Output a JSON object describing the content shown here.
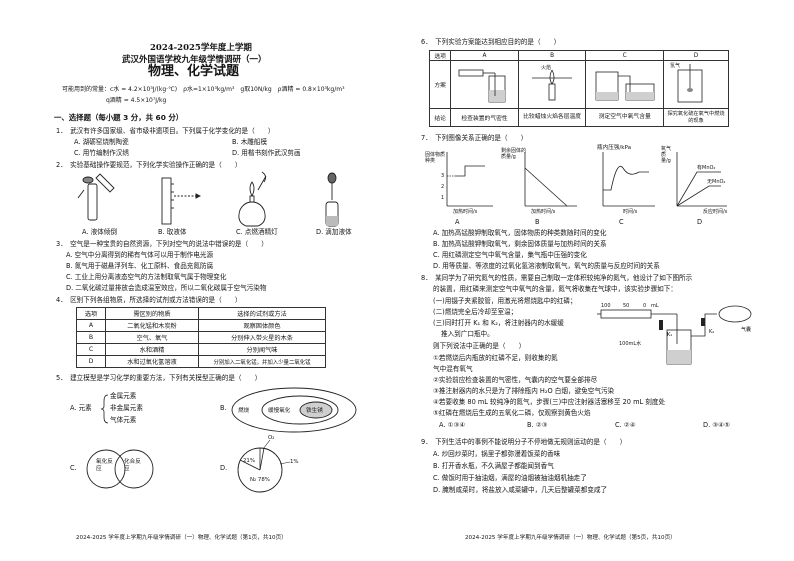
{
  "left": {
    "header_line1": "2024-2025学年度上学期",
    "header_line2": "武汉外国语学校九年级学情调研（一）",
    "title": "物理、化学试题",
    "constants_line1": "可能用到的常量：c水 = 4.2×10³J/(kg·℃)　ρ水=1×10³kg/m³　g取10N/kg　ρ酒精 = 0.8×10³kg/m³",
    "constants_line2": "q酒精 = 4.5×10⁷J/kg",
    "section1": "一、选择题（每小题 3 分，共 60 分）",
    "q1": {
      "stem": "1．　武汉有许多国家级、省市级非遗项目。下列属于化学变化的是（　　）",
      "a": "A. 湖砺窑烧制陶瓷",
      "b": "B. 木雕船模",
      "c": "C. 用竹编制作汉绣",
      "d": "D. 用楷书刻作武汉剪画"
    },
    "q2": {
      "stem": "2．　实验基础操作要规范，下列化学实验操作正确的是（　　）",
      "a": "A. 液体倾倒",
      "b": "B. 取液体",
      "c": "C. 点燃酒精灯",
      "d": "D. 滴加液体"
    },
    "q3": {
      "stem": "3．　空气是一种宝贵的自然资源，下列对空气的说法中错误的是（　　）",
      "a": "A. 空气中分离得到的稀有气体可以用于制作电光源",
      "b": "B. 氮气用于磁悬浮列车、化工原料、食品充氮防腐",
      "c": "C. 工业上用分离液态空气的方法制取氧气属于物理变化",
      "d": "D. 二氧化碳过量排放会造成温室效应，所以二氧化碳属于空气污染物"
    },
    "q4": {
      "stem": "4．　区别下列各组物质，所选择的试剂或方法错误的是（　　）",
      "headers": [
        "选项",
        "需区别的物质",
        "选择的试剂或方法"
      ],
      "rows": [
        [
          "A",
          "二氧化锰和木炭粉",
          "观察固体颜色"
        ],
        [
          "B",
          "空气、氧气",
          "分别伸入带火星的木条"
        ],
        [
          "C",
          "水和酒精",
          "分别闻气味"
        ],
        [
          "D",
          "水和过氧化氢溶液",
          "分别加入二氧化锰，并加入少量二氧化锰"
        ]
      ]
    },
    "q5": {
      "stem": "5．　建立模型是学习化学的重要方法，下列有关模型正确的是（　　）",
      "a_title": "A. 元素",
      "a_items": [
        "金属元素",
        "非金属元素",
        "气体元素"
      ],
      "b_title": "B.",
      "b_labels": [
        "燃烧",
        "缓慢氧化",
        "铁生锈"
      ],
      "c_title": "C.",
      "c_labels": [
        "氧化反应",
        "化合反应"
      ],
      "d_title": "D.",
      "d_labels": [
        "O₂",
        "21%",
        "1%",
        "N₂ 78%"
      ]
    },
    "footer": "2024-2025 学年度上学期九年级学情调研（一）物理、化学试题（第1页，共10页）"
  },
  "right": {
    "q6": {
      "stem": "6．　下列实验方案能达到相应目的的是（　　）",
      "row_heads": [
        "选项",
        "方案",
        "结论"
      ],
      "cols": [
        "A",
        "B",
        "C",
        "D"
      ],
      "notes": [
        "",
        "火焰",
        "气体",
        "氢气"
      ],
      "conclusions": [
        "检查装置的气密性",
        "比较蜡烛火焰各层温度",
        "测定空气中氧气含量",
        "探究氧化硫在氧气中燃烧的现象"
      ]
    },
    "q7": {
      "stem": "7．　下列图像关系正确的是（　　）",
      "charts": [
        {
          "ylabel": "固体物质种类",
          "xlabel": "加热时间/s",
          "ticks": [
            "3",
            "2",
            "1"
          ]
        },
        {
          "ylabel": "剩余固体的质量/g",
          "xlabel": "加热时间/s"
        },
        {
          "ylabel": "瓶内压强/kPa",
          "xlabel": "时间/s"
        },
        {
          "ylabel": "氧气质量/g",
          "xlabel": "反应时间/s",
          "series": [
            "有MnO₂",
            "无MnO₂"
          ]
        }
      ],
      "letters": [
        "A",
        "B",
        "C",
        "D"
      ],
      "a": "A. 加热高锰酸钾制取氧气，固体物质的种类数随时间的变化",
      "b": "B. 加热高锰酸钾制取氧气，剩余固体质量与加热时间的关系",
      "c": "C. 用红磷测定空气中氧气含量，集气瓶中压强的变化",
      "d": "D. 用等质量、等浓度的过氧化氢溶液制取氧气，氧气的质量与反应时间的关系"
    },
    "q8": {
      "stem": "8．　某同学为了研究氮气的性质，需要自己制取一定体积较纯净的氮气，他设计了如下图所示",
      "stem2": "的装置，用红磷来测定空气中氧气的含量，氮气将收集在气球中，该实验步骤如下：",
      "steps": [
        "(一)用镊子夹紧胶管，用激光将燃烧匙中的红磷；",
        "(二)燃烧完全后冷却至室温；",
        "(三)同时打开 K₁ 和 K₂，将注射器内的水缓缓",
        "推入到广口瓶中。"
      ],
      "lead": "则下列说法中正确的是（　　）",
      "statements": [
        "①若燃烧后内瓶放的红磷不足，则收集的氮",
        "气中混有氧气",
        "②实验前应检查装置的气密性，气囊内的空气要全部排尽",
        "③推注射器内的水只是为了排除瓶内 H₂O 白烟，避免空气污染",
        "④若要收集 80 mL 较纯净的氮气，步骤(三)中应注射器活塞移至 20 mL 刻度处",
        "⑤红磷在燃烧后生成的五氧化二磷，仅观察到黄色火焰"
      ],
      "options": [
        "A. ①③④",
        "B. ②③",
        "C. ②④",
        "D. ③④⑤"
      ],
      "labels": [
        "100",
        "50",
        "0",
        "mL",
        "K₁",
        "K₂",
        "100mL水",
        "气囊"
      ]
    },
    "q9": {
      "stem": "9．　下列生活中的事例不能说明分子不停地做无规则运动的是（　　）",
      "a": "A. 炒回炒菜时，锅里子都弥漫着饭菜的香味",
      "b": "B. 打开香水瓶，不久满屋子都能闻到香气",
      "c": "C. 做饭时用于抽油烟，满屋的油烟被抽油烟机抽走了",
      "d": "D. 腌制咸菜时，将盐放入咸菜罐中，几天后整罐菜都变咸了"
    },
    "footer": "2024-2025 学年度上学期九年级学情调研（一）物理、化学试题（第5页，共10页）"
  }
}
